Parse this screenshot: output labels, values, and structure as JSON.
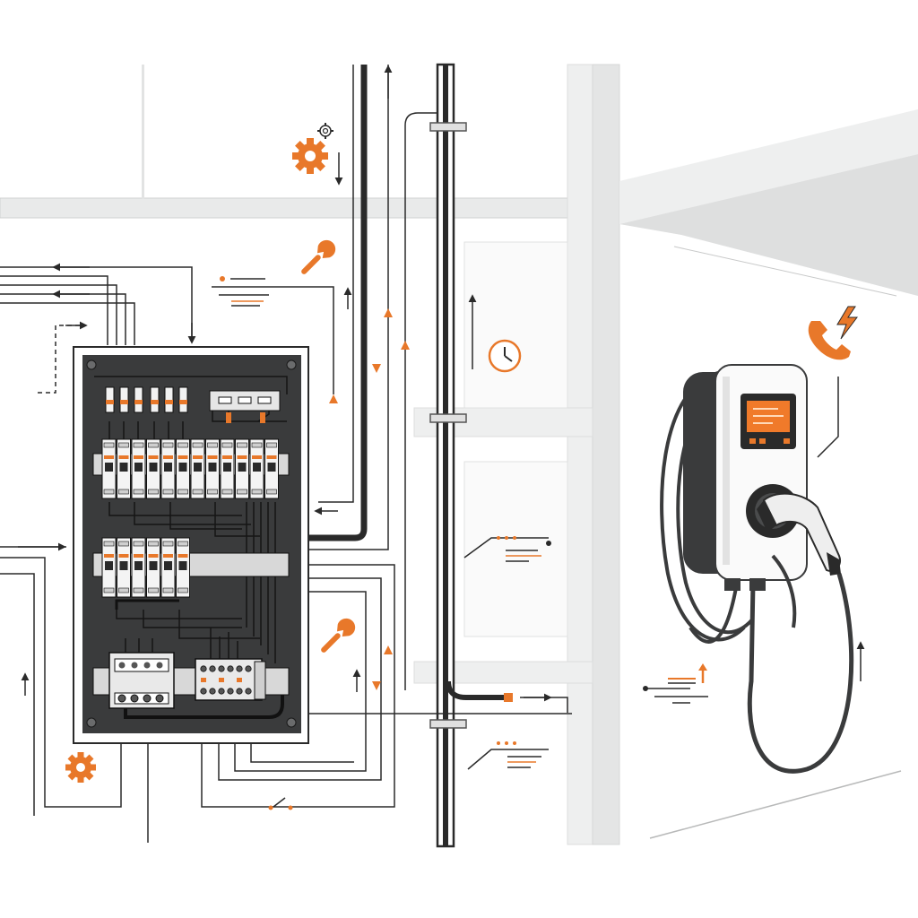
{
  "colors": {
    "accent": "#e8782a",
    "panel": "#3a3b3c",
    "ink": "#2a2a2a",
    "wall": "#e6e7e7",
    "screen": "#f07a2a"
  },
  "icons": [
    "gear-icon",
    "small-gear-icon",
    "wrench-icon",
    "clock-icon",
    "phone-icon",
    "lightning-bolt-icon",
    "arrow-icon"
  ],
  "panel": {
    "top_breakers": 12,
    "middle_breakers": 6
  },
  "charger": {
    "connector": "ev-plug"
  }
}
